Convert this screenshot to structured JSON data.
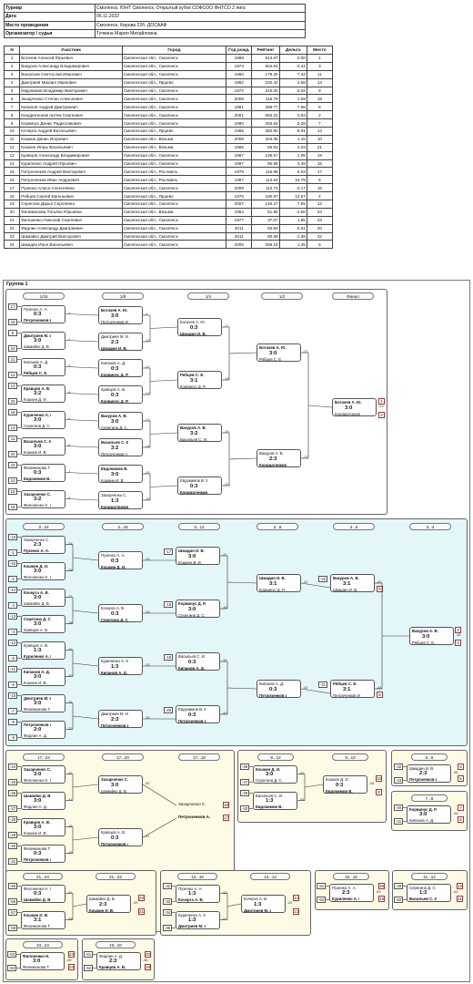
{
  "info": [
    {
      "label": "Турнир",
      "value": "Смоленск. ЮНТ Смоленск, Открытый кубок СОФСОО ФНТСО 2 лига"
    },
    {
      "label": "Дата",
      "value": "06.11.2022"
    },
    {
      "label": "Место проведения",
      "value": "Смоленск, Кирова 22б, ДОСААФ"
    },
    {
      "label": "Организатор / судья",
      "value": "Тучкина Мария Михайловна"
    }
  ],
  "plist_headers": [
    "N",
    "Участник",
    "Город",
    "Год рожд.",
    "Рейтинг",
    "Дельта",
    "Место"
  ],
  "players": [
    [
      "1",
      "Богачев Алексей Юрьевич",
      "Смоленская обл., Смоленск",
      "1988",
      "813.67",
      "0.00",
      "1"
    ],
    [
      "2",
      "Вакуров Александр Владимирович",
      "Смоленская обл., Смоленск",
      "1973",
      "504.64",
      "-0.41",
      "3"
    ],
    [
      "3",
      "Васильев Святослав Иванович",
      "Смоленская обл., Смоленск",
      "1960",
      "179.25",
      "7.42",
      "11"
    ],
    [
      "4",
      "Дмитриев Михаил Иванович",
      "Смоленская обл., Ярцево",
      "1982",
      "232.42",
      "2.58",
      "13"
    ],
    [
      "5",
      "Евдокимов Владимир Викторович",
      "Смоленская обл., Смоленск",
      "1972",
      "315.30",
      "-3.02",
      "9"
    ],
    [
      "6",
      "Захарченко Степан Алексеевич",
      "Смоленская обл., Смоленск",
      "2008",
      "118.79",
      "1.69",
      "18"
    ],
    [
      "7",
      "Кипанов Андрей Дмитриевич",
      "Смоленская обл., Смоленск",
      "1991",
      "398.77",
      "-7.98",
      "8"
    ],
    [
      "8",
      "Кондратенков Артем Сергеевич",
      "Смоленская обл., Смоленск",
      "2001",
      "583.22",
      "0.83",
      "2"
    ],
    [
      "9",
      "Корвинус Денис Радиславович",
      "Смоленская обл., Смоленск",
      "1990",
      "403.64",
      "-3.28",
      "7"
    ],
    [
      "10",
      "Кочерга Андрей Витальевич",
      "Смоленская обл., Ярцево",
      "1965",
      "382.90",
      "-8.91",
      "14"
    ],
    [
      "11",
      "Кошкин Денис Игоревич",
      "Смоленская обл., Вязьма",
      "2008",
      "204.35",
      "1.15",
      "10"
    ],
    [
      "12",
      "Кошкин Игорь Васильевич",
      "Смоленская обл., Вязьма",
      "1965",
      "65.63",
      "4.03",
      "21"
    ],
    [
      "13",
      "Кравцов Александр Владимирович",
      "Смоленская обл., Смоленск",
      "1987",
      "126.57",
      "1.05",
      "19"
    ],
    [
      "14",
      "Куриленко Андрей Юрьевич",
      "Смоленская обл., Смоленск",
      "1997",
      "95.65",
      "4.49",
      "15"
    ],
    [
      "15",
      "Петроченков Андрей Викторович",
      "Смоленская обл., Рославль",
      "1975",
      "116.98",
      "6.03",
      "17"
    ],
    [
      "16",
      "Петроченков Иван Андреевич",
      "Смоленская обл., Рославль",
      "1997",
      "113.64",
      "24.79",
      "5"
    ],
    [
      "17",
      "Пузенко Алиса Алексеевна",
      "Смоленская обл., Смоленск",
      "2009",
      "113.73",
      "-0.17",
      "16"
    ],
    [
      "18",
      "Рябцев Сергей Евгеньевич",
      "Смоленская обл., Ярцево",
      "1975",
      "180.87",
      "13.67",
      "4"
    ],
    [
      "19",
      "Серегина Дарья Сергеевна",
      "Смоленская обл., Смоленск",
      "2007",
      "146.27",
      "7.55",
      "12"
    ],
    [
      "20",
      "Филимонова Татьяна Юрьевна",
      "Смоленская обл., Вязьма",
      "1954",
      "61.95",
      "-2.66",
      "24"
    ],
    [
      "21",
      "Филоненко Николай Сергеевич",
      "Смоленская обл., Смоленск",
      "1977",
      "37.07",
      "1.85",
      "23"
    ],
    [
      "22",
      "Фидлин Александр Дмитриевич",
      "Смоленская обл., Смоленск",
      "2011",
      "93.50",
      "-0.61",
      "20"
    ],
    [
      "23",
      "Шамайко Дмитрий Викторович",
      "Смоленская обл., Смоленск",
      "2011",
      "80.68",
      "-1.39",
      "22"
    ],
    [
      "24",
      "Шмадин Илья Васильевич",
      "Смоленская обл., Смоленск",
      "2005",
      "308.16",
      "1.45",
      "6"
    ]
  ],
  "group_title": "Группа 1",
  "rounds_main": [
    "1/16",
    "1/8",
    "1/4",
    "1/2",
    "Финал"
  ],
  "rounds_b": [
    "3...24",
    "3...16",
    "3...12",
    "3...8",
    "3...6",
    "3...4"
  ],
  "rounds_c": [
    "17...24",
    "17...20",
    "17...18",
    "9...12",
    "9...10",
    "5...6",
    "7...8"
  ],
  "rounds_d": [
    "21...24",
    "21...22",
    "13...16",
    "13...14",
    "15...16",
    "11...12",
    "23...24",
    "19...20"
  ],
  "main_r1": [
    {
      "a": "Пузенко А. А.",
      "b": "Петроченков И. А.",
      "s": "0:3",
      "n": "1",
      "sa": "17",
      "sb": "16"
    },
    {
      "a": "Дмитриев М. И.",
      "b": "Шамайко Д. В.",
      "s": "3:0",
      "n": "2",
      "sa": "9",
      "sb": "24"
    },
    {
      "a": "Кипанов А. Д.",
      "b": "Рябцев С. Е.",
      "s": "0:3",
      "n": "3",
      "sa": "21",
      "sb": "12"
    },
    {
      "a": "Кравцов А. В.",
      "b": "Кошкин Д. И.",
      "s": "3:2",
      "n": "4",
      "sa": "13",
      "sb": "20"
    },
    {
      "a": "Куриленко А. Ю.",
      "b": "Серегина Д. С.",
      "s": "3:0",
      "n": "5",
      "sa": "19",
      "sb": "14"
    },
    {
      "a": "Васильев С. И.",
      "b": "Кошкин И. В.",
      "s": "3:0",
      "n": "6",
      "sa": "11",
      "sb": "22"
    },
    {
      "a": "Филимонова Т.",
      "b": "Евдокимов В. В.",
      "s": "0:3",
      "n": "7",
      "sa": "23",
      "sb": "10"
    },
    {
      "a": "Захарченко С.",
      "b": "Филоненко Н. С.",
      "s": "3:2",
      "n": "8",
      "sa": "15",
      "sb": "18"
    }
  ],
  "main_r2": [
    {
      "a": "Богачев А. Ю.",
      "b": "Петроченков И.",
      "s": "3:0",
      "n": "9"
    },
    {
      "a": "Дмитриев М. И.",
      "b": "Шмадин И. В.",
      "s": "2:3",
      "n": "10"
    },
    {
      "a": "Кипанов А. Д.",
      "b": "Корвинус Д. Р.",
      "s": "0:3",
      "n": "11"
    },
    {
      "a": "Кравцов А. В.",
      "b": "Корвинус Д. Р.",
      "s": "0:3",
      "n": "12"
    },
    {
      "a": "Вакуров А. В.",
      "b": "Серегина Д. С.",
      "s": "3:0",
      "n": "13"
    },
    {
      "a": "Васильев С. И.",
      "b": "Петроченков А.",
      "s": "3:2",
      "n": "14"
    },
    {
      "a": "Евдокимов В. В.",
      "b": "Кошкин И. В.",
      "s": "3:0",
      "n": "15"
    },
    {
      "a": "Захарченко С.",
      "b": "Кондратенков А.",
      "s": "1:3",
      "n": "16"
    }
  ],
  "main_r3": [
    {
      "a": "Богачев А. Ю.",
      "b": "Шмадин И. В.",
      "s": "0:3",
      "n": "17"
    },
    {
      "a": "Рябцев С. Е.",
      "b": "Корвинус Д. Р.",
      "s": "3:1",
      "n": "18"
    },
    {
      "a": "Вакуров А. В.",
      "b": "Васильев С. И.",
      "s": "3:2",
      "n": "19"
    },
    {
      "a": "Евдокимов В. В.",
      "b": "Кондратенков А.",
      "s": "0:3",
      "n": "20"
    }
  ],
  "main_r4": [
    {
      "a": "Богачев А. Ю.",
      "b": "Рябцев С. Е.",
      "s": "3:0",
      "n": "21"
    },
    {
      "a": "Вакуров А. В.",
      "b": "Кондратенков А.",
      "s": "2:3",
      "n": "22"
    }
  ],
  "main_final": {
    "a": "Богачев А. Ю.",
    "b": "Кондратенков",
    "s": "3:0",
    "n": "23",
    "pa": "1",
    "pb": "2"
  },
  "b_r1": [
    {
      "a": "Захарченко С.",
      "b": "Пузенко А. А.",
      "s": "2:3",
      "n": "25",
      "sa": "-16",
      "sb": "-1"
    },
    {
      "a": "Кошкин Д. И.",
      "b": "Филоненко Н. С.",
      "s": "3:0",
      "n": "26",
      "sa": "-15",
      "sb": "-2"
    },
    {
      "a": "Кочерга А. В.",
      "b": "Шамайко Д. В.",
      "s": "3:0",
      "n": "27",
      "sa": "-14",
      "sb": "-3"
    },
    {
      "a": "Серегина Д. С.",
      "b": "Кравцов А. В.",
      "s": "3:0",
      "n": "28",
      "sa": "-13",
      "sb": "-4"
    },
    {
      "a": "Кравцов А. В.",
      "b": "Куриленко А. Ю.",
      "s": "1:3",
      "n": "29",
      "sa": "-12",
      "sb": "-5"
    },
    {
      "a": "Кипанов А. Д.",
      "b": "Кошкин И. В.",
      "s": "3:0",
      "n": "30",
      "sa": "-11",
      "sb": "-6"
    },
    {
      "a": "Дмитриев М. И.",
      "b": "Филимонова Т.",
      "s": "3:0",
      "n": "31",
      "sa": "-10",
      "sb": "-7"
    },
    {
      "a": "Петроченков А.",
      "b": "Фидлин А. Д.",
      "s": "3:0",
      "n": "32",
      "sa": "-9",
      "sb": "-8"
    }
  ],
  "b_r2": [
    {
      "a": "Пузенко А. А.",
      "b": "Кошкин Д. И.",
      "s": "0:3",
      "n": "33"
    },
    {
      "a": "Кочерга А. В.",
      "b": "Серегина Д. С.",
      "s": "0:3",
      "n": "34"
    },
    {
      "a": "Куриленко А. Ю.",
      "b": "Кипанов А. Д.",
      "s": "1:3",
      "n": "35"
    },
    {
      "a": "Дмитриев М. И.",
      "b": "Петроченков И.",
      "s": "2:3",
      "n": "36"
    }
  ],
  "b_r3": [
    {
      "a": "Шмадин И. В.",
      "b": "Кошкин Д. И.",
      "s": "3:0",
      "n": "37",
      "sa": "-17"
    },
    {
      "a": "Корвинус Д. Р.",
      "b": "Серегина Д. С.",
      "s": "3:0",
      "n": "38",
      "sa": "-18"
    },
    {
      "a": "Васильев С. И.",
      "b": "Кипанов А. Д.",
      "s": "0:3",
      "n": "39",
      "sa": "-19"
    },
    {
      "a": "Евдокимов В. В.",
      "b": "Петроченков И.",
      "s": "0:3",
      "n": "40",
      "sa": "-20"
    }
  ],
  "b_r4": [
    {
      "a": "Шмадин И. В.",
      "b": "Корвинус Д. Р.",
      "s": "3:1",
      "n": "41"
    },
    {
      "a": "Кипанов А. Д.",
      "b": "Петроченков И.",
      "s": "0:3",
      "n": "42"
    }
  ],
  "b_r5": [
    {
      "a": "Вакуров А. В.",
      "b": "Шмадин И. В.",
      "s": "3:1",
      "n": "43",
      "sa": "-22",
      "pb": "6"
    },
    {
      "a": "Рябцев С. Е.",
      "b": "Петроченков И.",
      "s": "3:1",
      "n": "44",
      "sa": "-21",
      "pb": "5"
    }
  ],
  "b_final": {
    "a": "Вакуров А. В.",
    "b": "Рябцев С. Е.",
    "s": "3:0",
    "n": "45",
    "pa": "3",
    "pb": "4"
  },
  "c_17_24": [
    {
      "a": "Захарченко С.",
      "b": "Филоненко Н. С.",
      "s": "3:0",
      "n": "46",
      "sa": "-24",
      "sb": "-25"
    },
    {
      "a": "Шамайко Д. В.",
      "b": "Фидлин А. Д.",
      "s": "3:0",
      "n": "47",
      "sa": "-26",
      "sb": "-27"
    },
    {
      "a": "Кравцов А. В.",
      "b": "Кошкин И. В.",
      "s": "3:0",
      "n": "48",
      "sa": "-28",
      "sb": "-29"
    },
    {
      "a": "Филимонова Т.",
      "b": "Петроченков А.",
      "s": "0:3",
      "n": "49",
      "sa": "-30",
      "sb": "-31"
    }
  ],
  "c_17_20": [
    {
      "a": "Захарченко С.",
      "b": "Шамайко Д. В.",
      "s": "3:0",
      "n": "50"
    },
    {
      "a": "Кравцов А. В.",
      "b": "Петроченков А.",
      "s": "0:3",
      "n": "51"
    }
  ],
  "c_17_18": {
    "a": "Захарченко С.",
    "b": "Петроченков А.",
    "pa": "18",
    "pb": "17"
  },
  "c_9_12": [
    {
      "a": "Кошкин Д. И.",
      "b": "Серегина Д. С.",
      "s": "3:0",
      "n": "52",
      "sa": "-38",
      "sb": "-37"
    },
    {
      "a": "Васильев С. И.",
      "b": "Евдокимов В. В.",
      "s": "1:3",
      "n": "53",
      "sa": "-39",
      "sb": "-40"
    }
  ],
  "c_9_10": {
    "a": "Кошкин Д. И.",
    "b": "Евдокимов В. В.",
    "s": "0:3",
    "n": "54",
    "pa": "10",
    "pb": "9"
  },
  "c_5_6": {
    "a": "Шмадин И. В.",
    "b": "Петроченков И.",
    "s": "2:3",
    "n": "55",
    "sa": "-42",
    "sb": "-43",
    "pa": "6",
    "pb": "5"
  },
  "c_7_8": {
    "a": "Корвинус Д. Р.",
    "b": "Кипанов А. Д.",
    "s": "3:0",
    "n": "56",
    "sa": "-40",
    "sb": "-41",
    "pa": "7",
    "pb": "8"
  },
  "d_21_24": [
    {
      "a": "Филоненко Н. С.",
      "b": "Шамайко Д. В.",
      "s": "0:3",
      "n": "57",
      "sa": "-55",
      "sb": "-56"
    },
    {
      "a": "Кошкин И. В.",
      "b": "Филимонова Т.",
      "s": "3:1",
      "n": "58",
      "sa": "-57",
      "sb": "-58"
    }
  ],
  "d_21_22": {
    "a": "Шамайко Д. В.",
    "b": "Кошкин И. В.",
    "s": "2:3",
    "n": "59",
    "pa": "22",
    "pb": "21"
  },
  "d_13_16": [
    {
      "a": "Пузенко А. А.",
      "b": "Кочерга А. В.",
      "s": "1:3",
      "n": "60",
      "sa": "-32",
      "sb": "-33"
    },
    {
      "a": "Куриленко А. Ю.",
      "b": "Дмитриев М. И.",
      "s": "1:3",
      "n": "61",
      "sa": "-34",
      "sb": "-35"
    }
  ],
  "d_13_14": {
    "a": "Кочерга А. В.",
    "b": "Дмитриев М. И.",
    "s": "1:3",
    "n": "62",
    "pa": "14",
    "pb": "13"
  },
  "d_15_16": {
    "a": "Пузенко А. А.",
    "b": "Куриленко А. Ю.",
    "s": "2:3",
    "n": "63",
    "sa": "-51",
    "sb": "-52",
    "pa": "16",
    "pb": "15"
  },
  "d_11_12": {
    "a": "Серегина Д. С.",
    "b": "Васильев С. И.",
    "s": "1:3",
    "n": "64",
    "sa": "-49",
    "sb": "-50",
    "pa": "12",
    "pb": "11"
  },
  "d_23_24": {
    "a": "Филоненко Н. С.",
    "b": "Филимонова Т.",
    "s": "3:0",
    "n": "65",
    "sa": "-63",
    "sb": "-64",
    "pa": "23",
    "pb": "24"
  },
  "d_19_20": {
    "a": "Фидлин А. Д.",
    "b": "Кравцов А. В.",
    "s": "2:3",
    "n": "66",
    "sa": "-61",
    "sb": "-62",
    "pa": "20",
    "pb": "19"
  }
}
